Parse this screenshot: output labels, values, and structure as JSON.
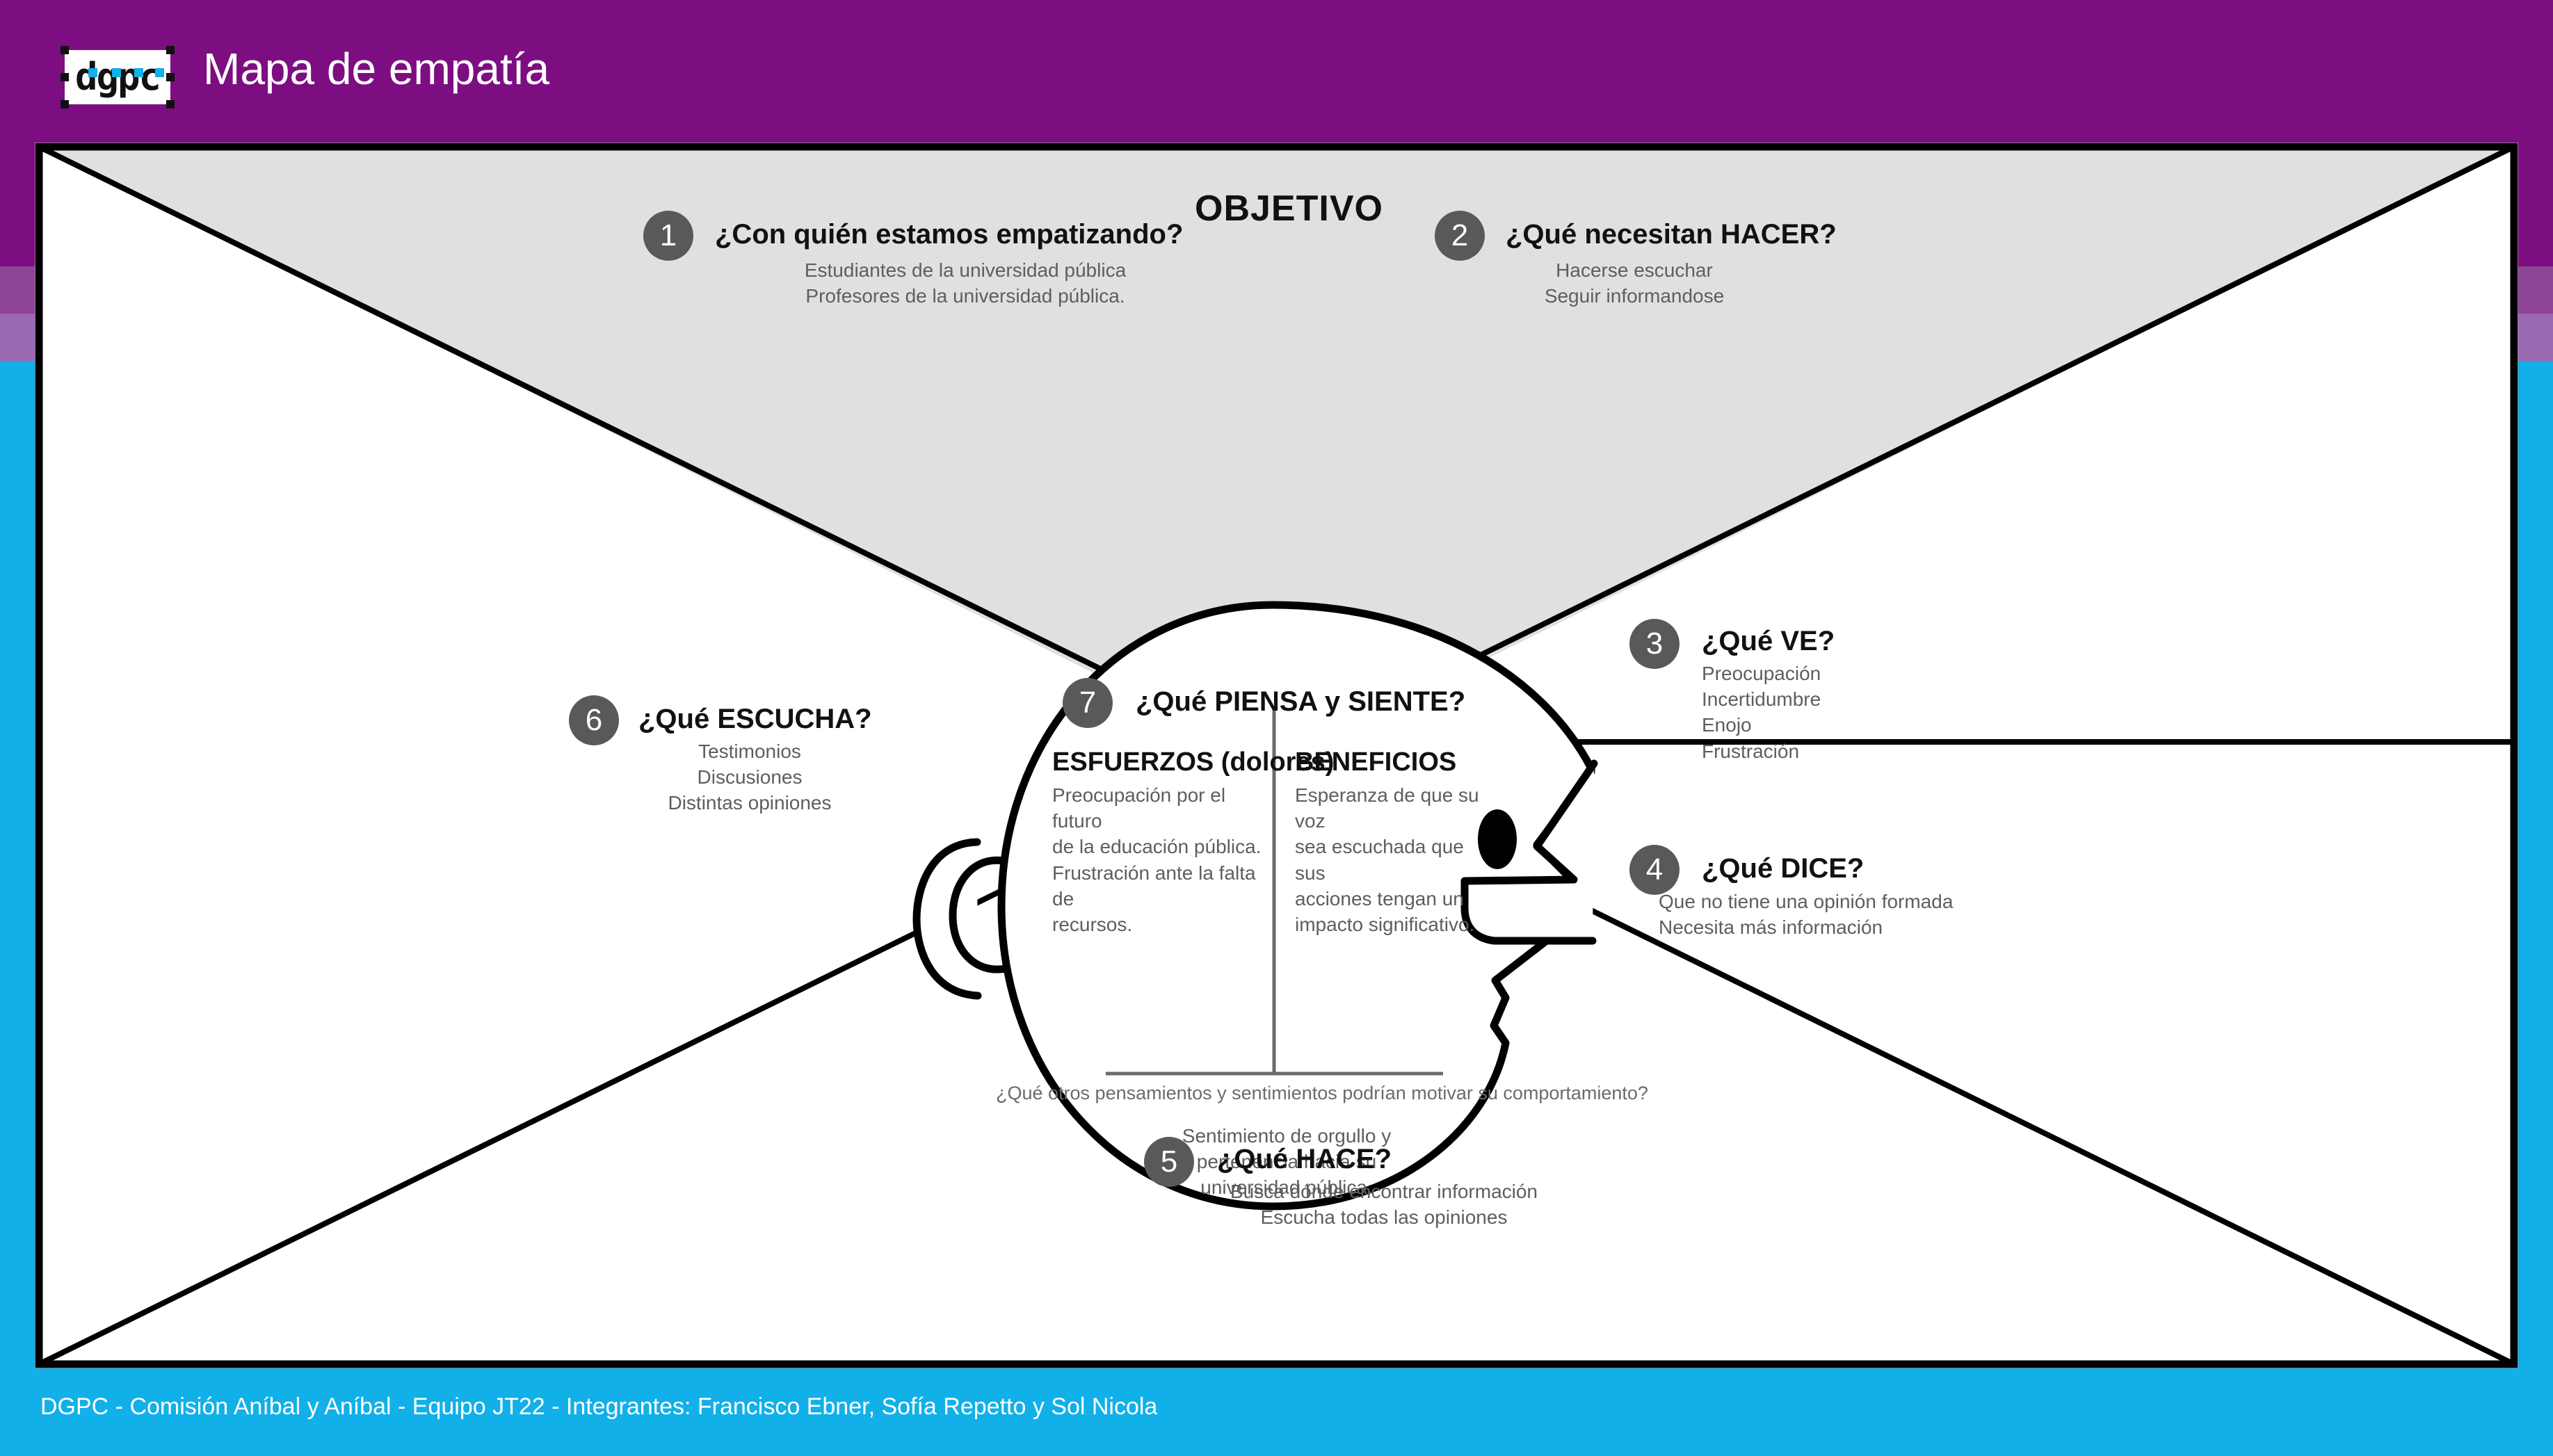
{
  "header": {
    "logo_text": "dgpc",
    "logo_name": "dgpc-logo",
    "title": "Mapa de empatía",
    "bg_color": "#7D0E82"
  },
  "side_bands": {
    "colors": [
      "#7D0E82",
      "#8E4497",
      "#9B68B4",
      "#12B0E8"
    ]
  },
  "board": {
    "objetivo_label": "OBJETIVO",
    "top_fill_color": "#E0E0E0",
    "accent_badge_color": "#595959",
    "sections": [
      {
        "number": "1",
        "title": "¿Con quién estamos empatizando?",
        "lines": [
          "Estudiantes de la universidad pública",
          "Profesores de la universidad pública."
        ]
      },
      {
        "number": "2",
        "title": "¿Qué necesitan HACER?",
        "lines": [
          "Hacerse escuchar",
          "Seguir informandose"
        ]
      },
      {
        "number": "3",
        "title": "¿Qué VE?",
        "lines": [
          "Preocupación",
          "Incertidumbre",
          "Enojo",
          "Frustración"
        ]
      },
      {
        "number": "4",
        "title": "¿Qué DICE?",
        "lines": [
          "Que no tiene una opinión formada",
          "Necesita más información"
        ]
      },
      {
        "number": "5",
        "title": "¿Qué HACE?",
        "lines": [
          "Busca dónde encontrar información",
          "Escucha todas las opiniones"
        ]
      },
      {
        "number": "6",
        "title": "¿Qué ESCUCHA?",
        "lines": [
          "Testimonios",
          "Discusiones",
          "Distintas opiniones"
        ]
      },
      {
        "number": "7",
        "title": "¿Qué PIENSA y SIENTE?",
        "columns": [
          {
            "heading": "ESFUERZOS (dolores)",
            "lines": [
              "Preocupación por el futuro",
              "de la educación pública.",
              "Frustración ante la falta de",
              "recursos."
            ]
          },
          {
            "heading": "BENEFICIOS",
            "lines": [
              "Esperanza de que su voz",
              "sea escuchada que sus",
              "acciones tengan un",
              "impacto significativo."
            ]
          }
        ],
        "footnote": "¿Qué otros pensamientos y sentimientos podrían motivar su comportamiento?",
        "footnote_answer": [
          "Sentimiento de orgullo y",
          "pertenencia hacia su",
          "universidad pública."
        ]
      }
    ]
  },
  "footer": {
    "text": "DGPC -  Comisión Aníbal y Aníbal - Equipo JT22 - Integrantes: Francisco Ebner, Sofía Repetto y Sol Nicola",
    "bg_color": "#12B0E8"
  }
}
